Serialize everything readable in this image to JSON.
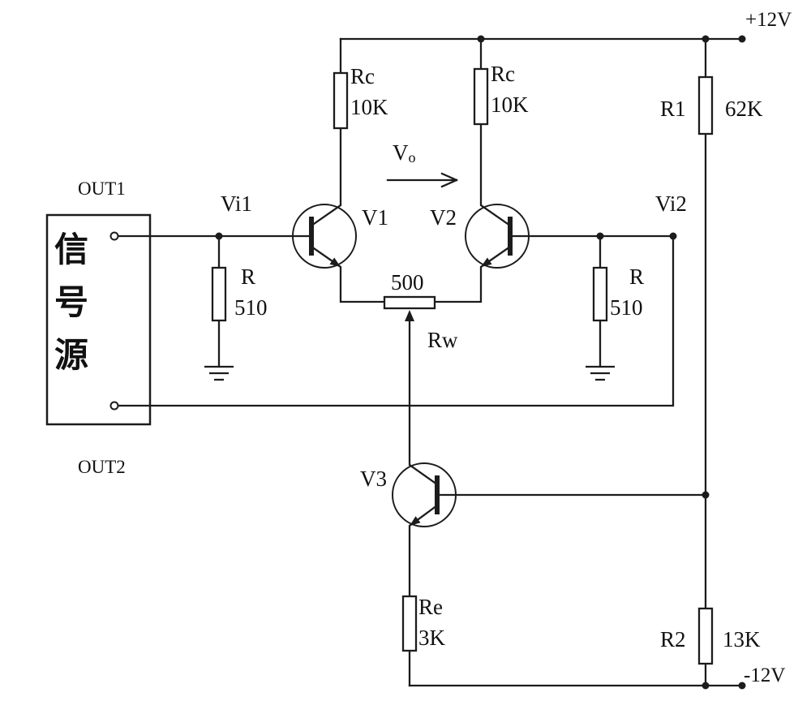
{
  "power": {
    "positive": "+12V",
    "negative": "-12V"
  },
  "source": {
    "char1": "信",
    "char2": "号",
    "char3": "源",
    "out1": "OUT1",
    "out2": "OUT2"
  },
  "transistors": {
    "v1": "V1",
    "v2": "V2",
    "v3": "V3"
  },
  "resistors": {
    "rc_left": {
      "name": "Rc",
      "value": "10K"
    },
    "rc_right": {
      "name": "Rc",
      "value": "10K"
    },
    "r1": {
      "name": "R1",
      "value": "62K"
    },
    "r2": {
      "name": "R2",
      "value": "13K"
    },
    "rb_left": {
      "name": "R",
      "value": "510"
    },
    "rb_right": {
      "name": "R",
      "value": "510"
    },
    "rw": {
      "name": "Rw",
      "value": "500"
    },
    "re": {
      "name": "Re",
      "value": "3K"
    }
  },
  "nodes": {
    "vi1": "Vi1",
    "vi2": "Vi2",
    "vo_main": "V",
    "vo_sub": "o"
  }
}
